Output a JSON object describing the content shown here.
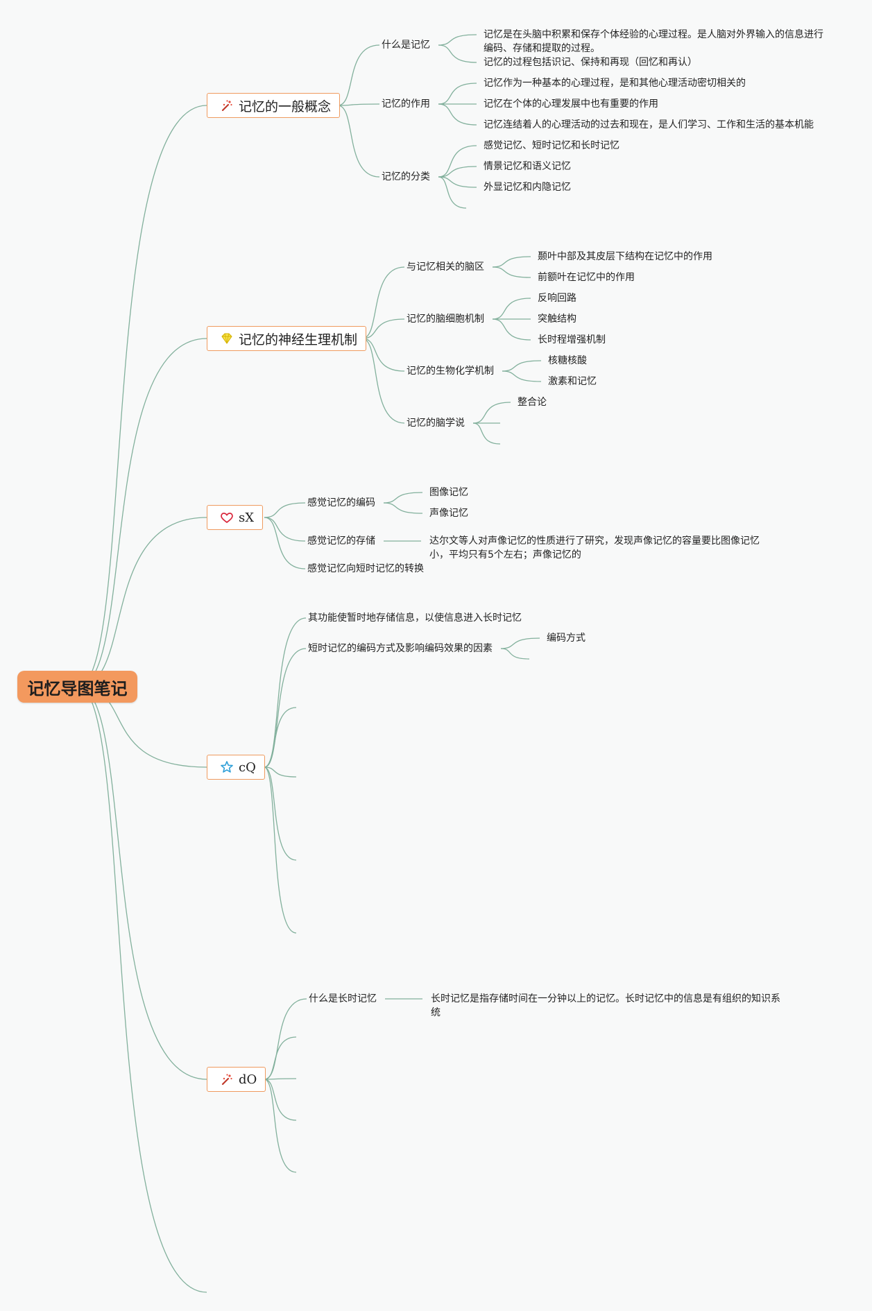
{
  "root": {
    "label": "记忆导图笔记"
  },
  "topics": [
    {
      "label": "记忆的一般概念",
      "icon": "wand-sparkle-icon",
      "children": [
        {
          "label": "什么是记忆",
          "children": [
            {
              "label": "记忆是在头脑中积累和保存个体经验的心理过程。是人脑对外界输入的信息进行编码、存储和提取的过程。"
            },
            {
              "label": "记忆的过程包括识记、保持和再现（回忆和再认）"
            }
          ]
        },
        {
          "label": "记忆的作用",
          "children": [
            {
              "label": "记忆作为一种基本的心理过程，是和其他心理活动密切相关的"
            },
            {
              "label": "记忆在个体的心理发展中也有重要的作用"
            },
            {
              "label": "记忆连结着人的心理活动的过去和现在，是人们学习、工作和生活的基本机能"
            }
          ]
        },
        {
          "label": "记忆的分类",
          "children": [
            {
              "label": "感觉记忆、短时记忆和长时记忆"
            },
            {
              "label": "情景记忆和语义记忆"
            },
            {
              "label": "外显记忆和内隐记忆"
            },
            {
              "label": ""
            }
          ]
        }
      ]
    },
    {
      "label": "记忆的神经生理机制",
      "icon": "diamond-icon",
      "children": [
        {
          "label": "与记忆相关的脑区",
          "children": [
            {
              "label": "颞叶中部及其皮层下结构在记忆中的作用"
            },
            {
              "label": "前额叶在记忆中的作用"
            }
          ]
        },
        {
          "label": "记忆的脑细胞机制",
          "children": [
            {
              "label": "反响回路"
            },
            {
              "label": "突触结构"
            },
            {
              "label": "长时程增强机制"
            }
          ]
        },
        {
          "label": "记忆的生物化学机制",
          "children": [
            {
              "label": "核糖核酸"
            },
            {
              "label": "激素和记忆"
            }
          ]
        },
        {
          "label": "记忆的脑学说",
          "children": [
            {
              "label": "整合论"
            },
            {
              "label": ""
            },
            {
              "label": ""
            }
          ]
        }
      ]
    },
    {
      "label": "sX",
      "icon": "heart-icon",
      "children": [
        {
          "label": "感觉记忆的编码",
          "children": [
            {
              "label": "图像记忆"
            },
            {
              "label": "声像记忆"
            }
          ]
        },
        {
          "label": "感觉记忆的存储",
          "children": [
            {
              "label": "达尔文等人对声像记忆的性质进行了研究，发现声像记忆的容量要比图像记忆小，平均只有5个左右；声像记忆的"
            }
          ]
        },
        {
          "label": "感觉记忆向短时记忆的转换",
          "children": []
        }
      ]
    },
    {
      "label": "cQ",
      "icon": "star-icon",
      "children": [
        {
          "label": "其功能使暂时地存储信息，以使信息进入长时记忆",
          "children": []
        },
        {
          "label": "短时记忆的编码方式及影响编码效果的因素",
          "children": [
            {
              "label": "编码方式"
            },
            {
              "label": ""
            }
          ]
        },
        {
          "label": "",
          "children": []
        },
        {
          "label": "",
          "children": []
        },
        {
          "label": "",
          "children": []
        },
        {
          "label": "",
          "children": []
        }
      ]
    },
    {
      "label": "dO",
      "icon": "wand-sparkle-icon",
      "children": [
        {
          "label": "什么是长时记忆",
          "children": [
            {
              "label": "长时记忆是指存储时间在一分钟以上的记忆。长时记忆中的信息是有组织的知识系统"
            }
          ]
        },
        {
          "label": "",
          "children": []
        },
        {
          "label": "",
          "children": []
        },
        {
          "label": "",
          "children": []
        },
        {
          "label": "",
          "children": []
        }
      ]
    },
    {
      "label": "",
      "icon": "",
      "children": []
    }
  ]
}
